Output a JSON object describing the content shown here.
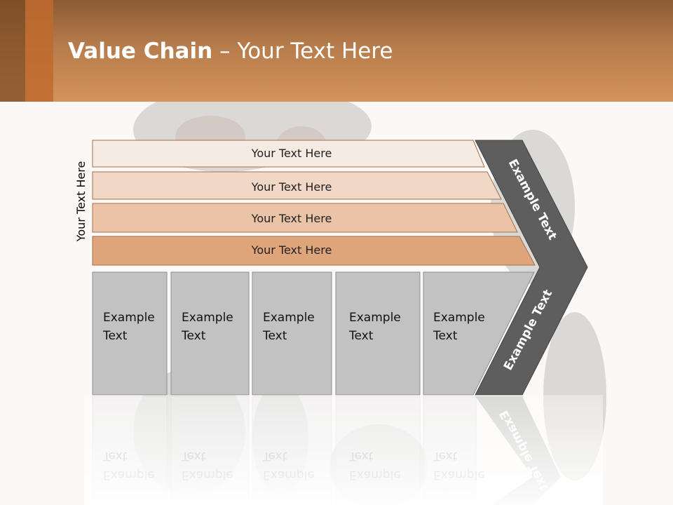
{
  "slide": {
    "title_bold": "Value Chain",
    "title_rest": " – Your Text Here"
  },
  "side_label": "Your Text Here",
  "support_bars": [
    {
      "label": "Your Text Here",
      "color": "#f6ebe3"
    },
    {
      "label": "Your Text Here",
      "color": "#f1d7c6"
    },
    {
      "label": "Your Text Here",
      "color": "#ebc4a7"
    },
    {
      "label": "Your Text Here",
      "color": "#dea47a"
    }
  ],
  "primary_boxes": [
    {
      "line1": "Example",
      "line2": "Text"
    },
    {
      "line1": "Example",
      "line2": "Text"
    },
    {
      "line1": "Example",
      "line2": "Text"
    },
    {
      "line1": "Example",
      "line2": "Text"
    },
    {
      "line1": "Example",
      "line2": "Text"
    }
  ],
  "chevron": {
    "upper_label": "Example Text",
    "lower_label": "Example Text",
    "color": "#5e5e5e"
  },
  "colors": {
    "header_top": "#8c5a33",
    "header_bottom": "#d4935b",
    "box_fill": "#c2c2c2",
    "bar_stroke": "#a0704c"
  }
}
